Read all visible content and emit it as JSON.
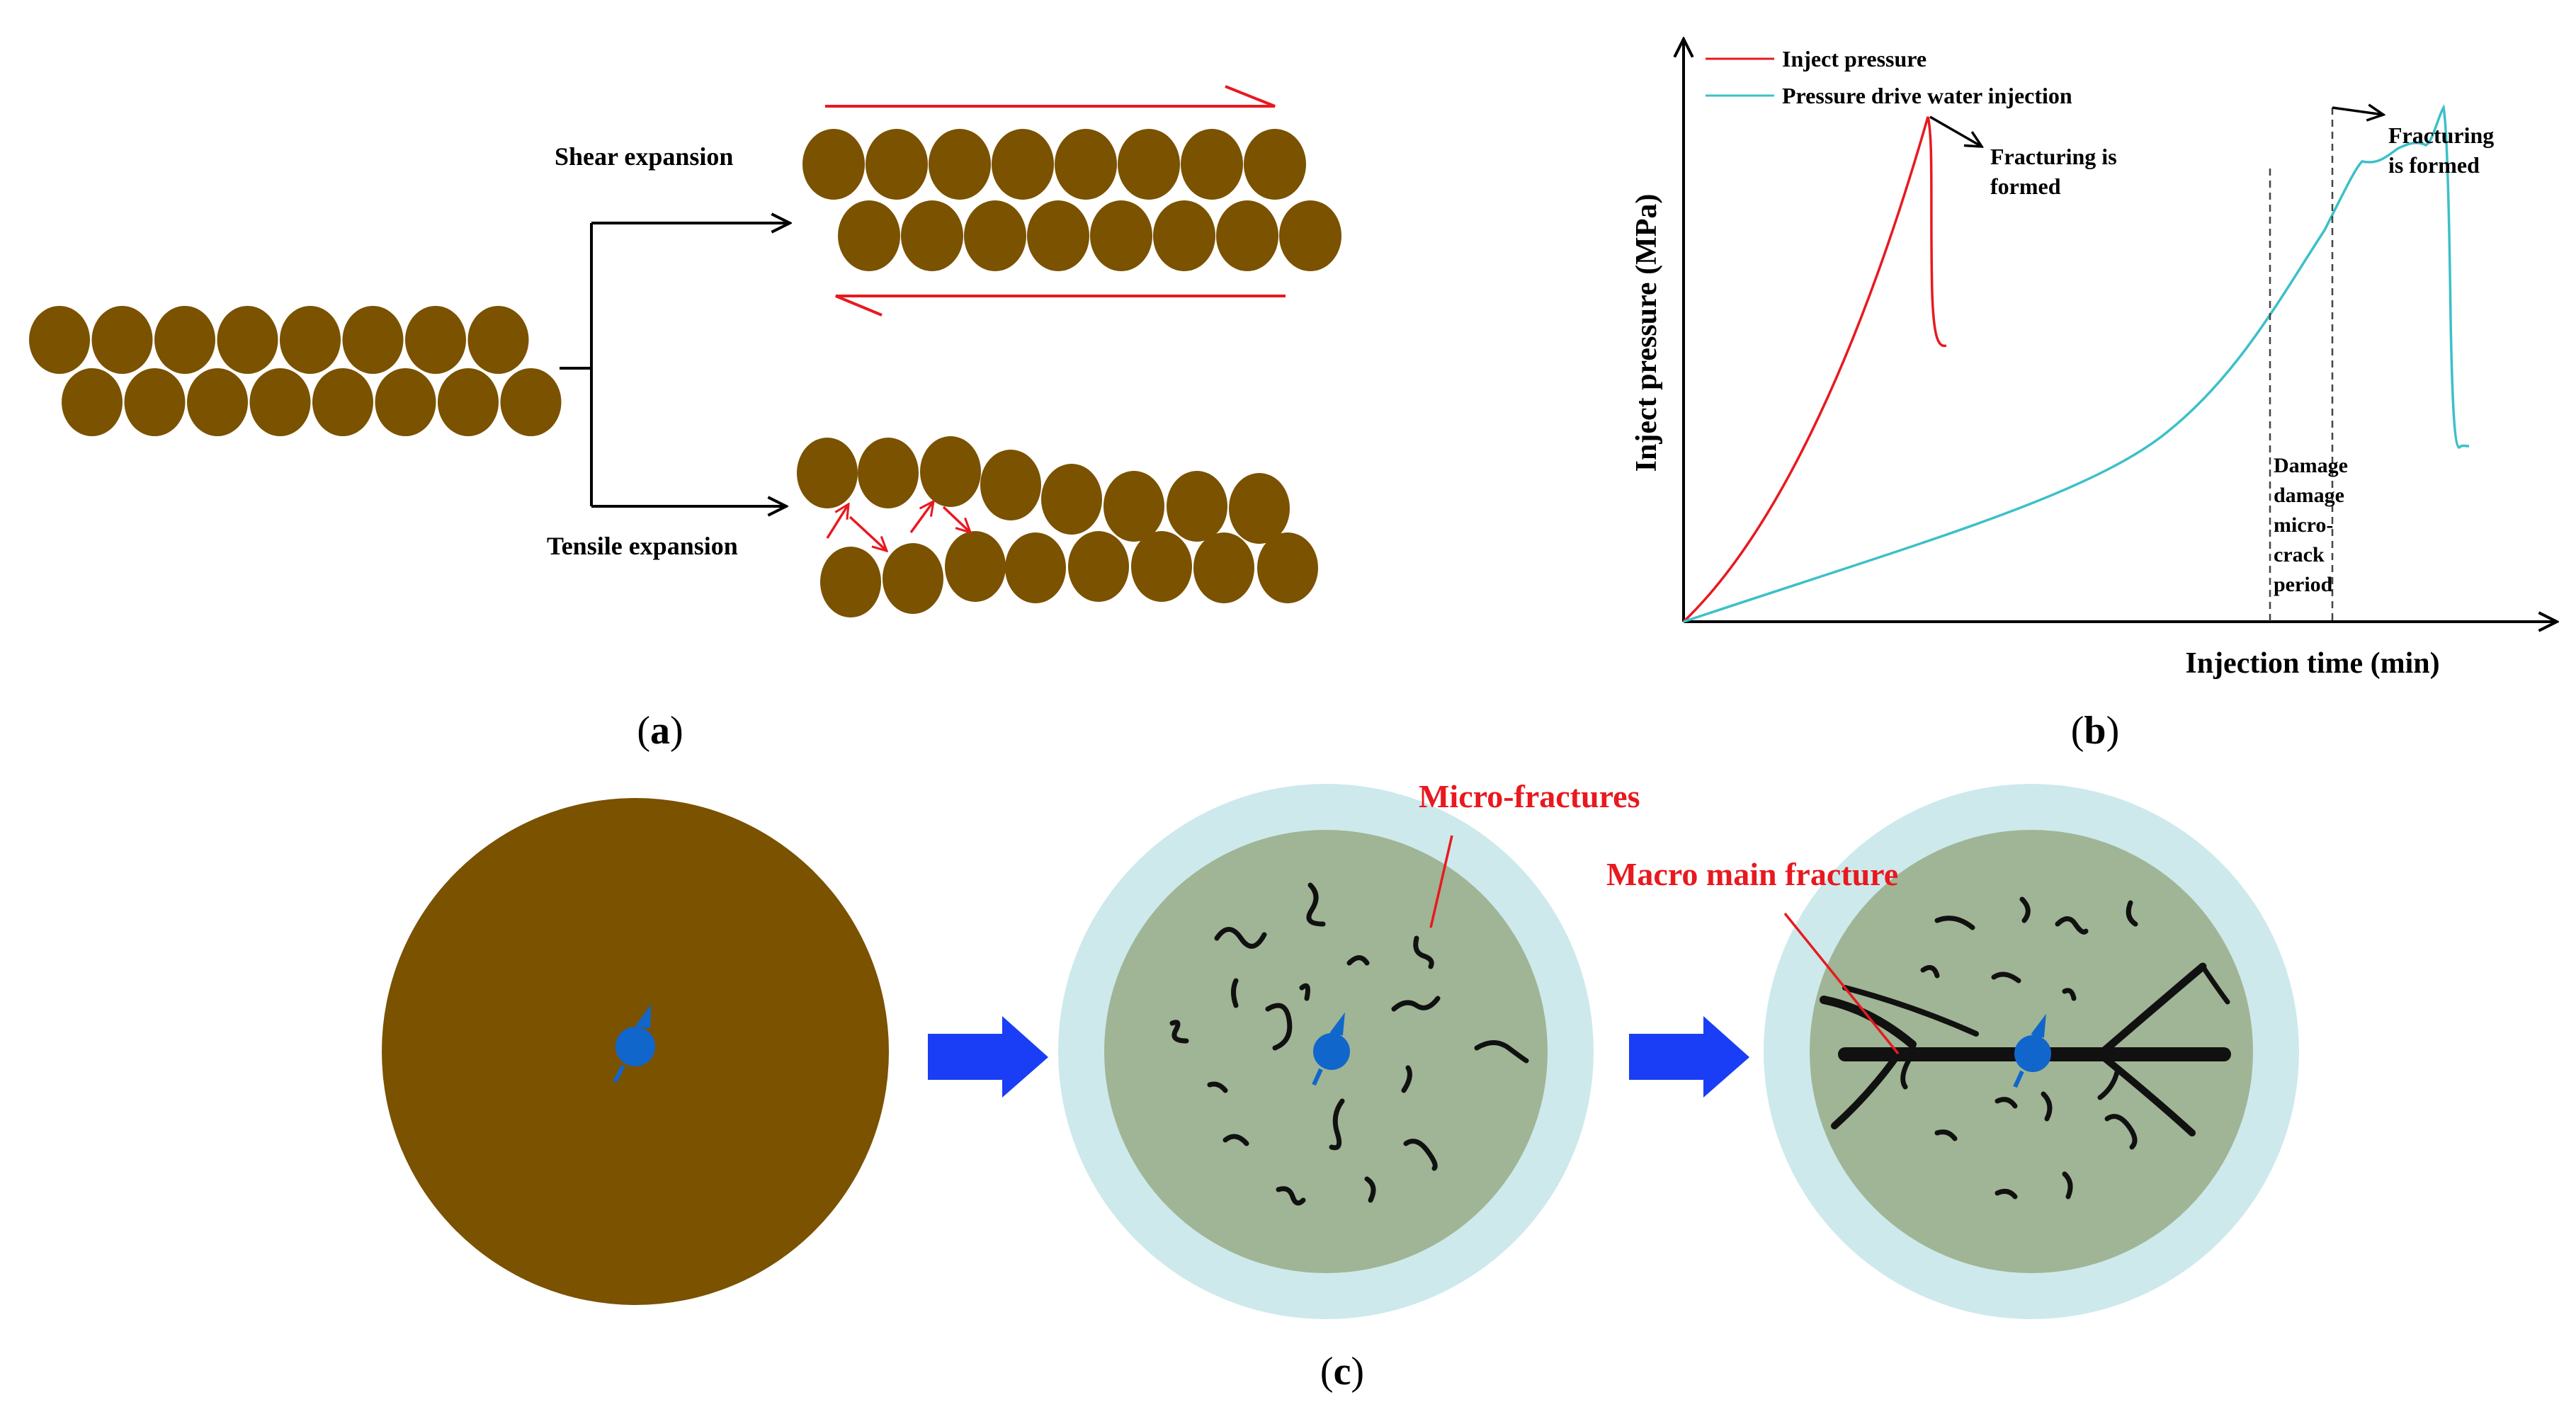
{
  "colors": {
    "grain": "#7a5200",
    "red_arrow": "#e8191f",
    "inject_curve": "#e8191f",
    "water_curve": "#3cc0c8",
    "halo": "#cde9ec",
    "core": "#9fb595",
    "well": "#1166cc",
    "big_arrow": "#1a3ef5"
  },
  "panel_a": {
    "shear_label": "Shear expansion",
    "tensile_label": "Tensile expansion",
    "caption_open": "(",
    "caption_letter": "a",
    "caption_close": ")"
  },
  "panel_b": {
    "ylabel": "Inject pressure (MPa)",
    "xlabel": "Injection time (min)",
    "legend": [
      "Inject pressure",
      "Pressure drive water injection"
    ],
    "annotation_left": [
      "Fracturing is",
      "formed"
    ],
    "annotation_right": [
      "Fracturing",
      "is formed"
    ],
    "period_label": [
      "Damage",
      "damage",
      "micro-",
      "crack",
      "period"
    ],
    "caption_open": "(",
    "caption_letter": "b",
    "caption_close": ")"
  },
  "panel_c": {
    "micro_label": "Micro-fractures",
    "macro_label": "Macro main fracture",
    "caption_open": "(",
    "caption_letter": "c",
    "caption_close": ")"
  }
}
